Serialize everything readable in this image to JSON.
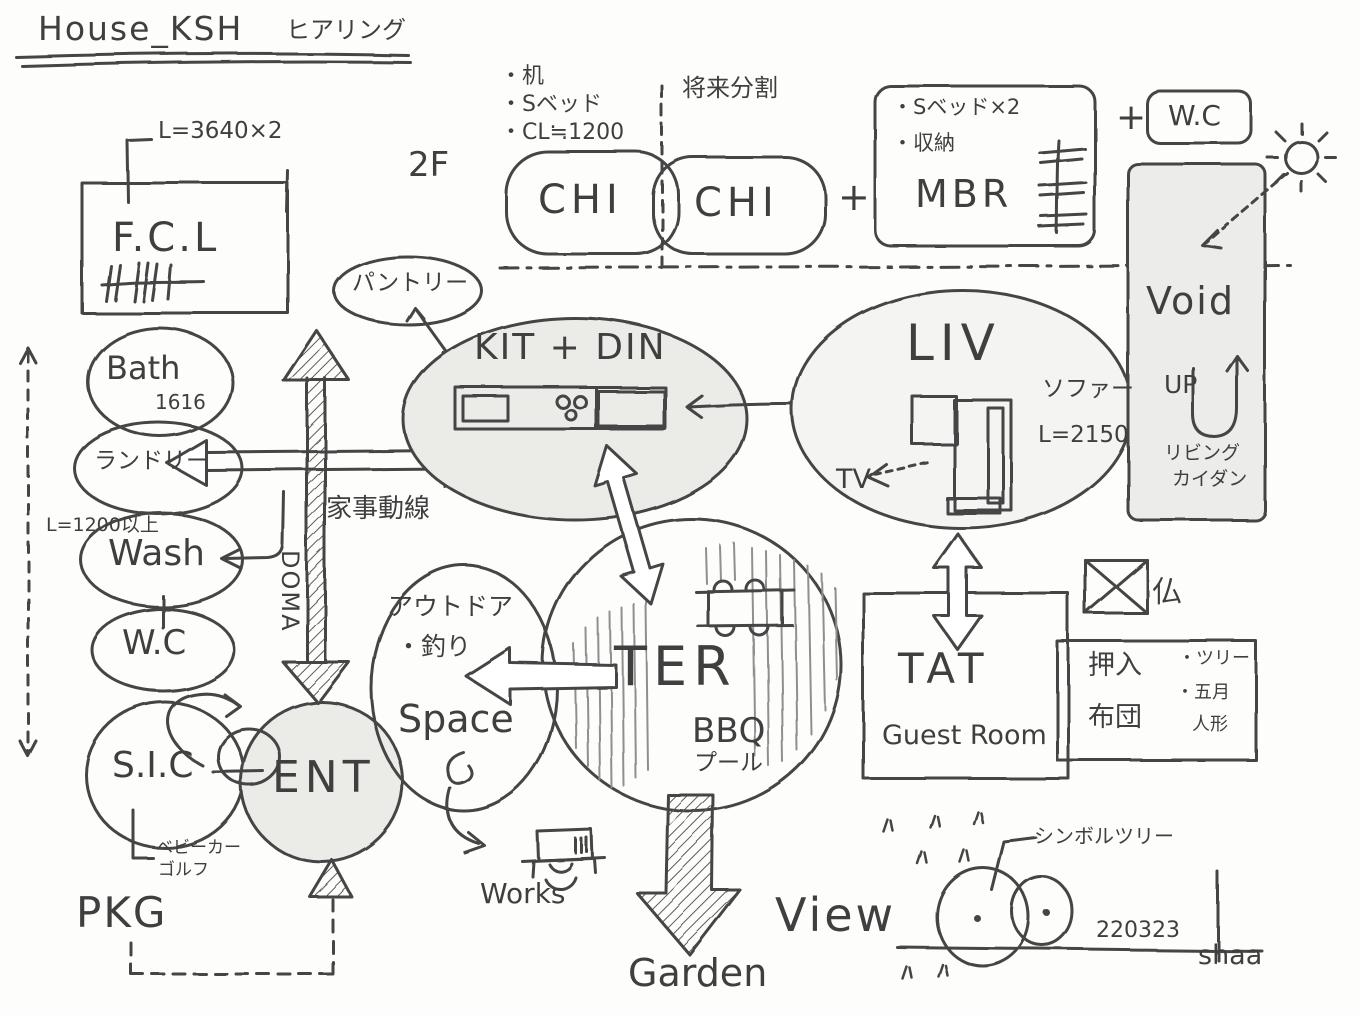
{
  "colors": {
    "ink": "#454545",
    "shade": "#ebebe8",
    "pencil": "#8f8f8f"
  },
  "title": {
    "main": "House_KSH",
    "suffix": "ヒアリング"
  },
  "upper": {
    "floor": "2F",
    "notes": [
      "・机",
      "・Sベッド",
      "・CL≒1200"
    ],
    "future_split": "将来分割",
    "chi1": "CHI",
    "chi2": "CHI",
    "plus_mbr": "+",
    "mbr_notes": [
      "・Sベッド×2",
      "・収納"
    ],
    "mbr": "MBR",
    "plus_wc": "+",
    "wc": "W.C"
  },
  "left": {
    "fcl_dim": "L=3640×2",
    "fcl": "F.C.L",
    "bath": "Bath",
    "bath_size": "1616",
    "laundry": "ランドリー",
    "wash_dim": "L=1200以上",
    "wash": "Wash",
    "wc": "W.C",
    "sic": "S.I.C",
    "sic_note1": "ベビーカー",
    "sic_note2": "ゴルフ",
    "pkg": "PKG"
  },
  "entry": {
    "ent": "ENT",
    "doma": "DOMA"
  },
  "kitchen": {
    "kaji": "家事動線",
    "pantry": "パントリー",
    "kitdin": "KIT + DIN"
  },
  "living": {
    "liv": "LIV",
    "sofa": "ソファー",
    "sofa_dim": "L=2150",
    "tv": "TV",
    "void": "Void",
    "up": "UP",
    "stairs1": "リビング",
    "stairs2": "カイダン"
  },
  "guest": {
    "tat": "TAT",
    "room": "Guest Room",
    "butsu": "仏",
    "oshiire": "押入",
    "futon": "布団",
    "note1": "・ツリー",
    "note2": "・五月",
    "note3": "人形"
  },
  "outdoor": {
    "label": "アウトドア",
    "fishing": "・釣り",
    "space": "Space",
    "ter": "TER",
    "bbq": "BBQ",
    "pool": "プール",
    "works": "Works",
    "garden": "Garden"
  },
  "footer": {
    "view": "View",
    "symbol_tree": "シンボルツリー",
    "date": "220323",
    "signature": "shaa"
  }
}
